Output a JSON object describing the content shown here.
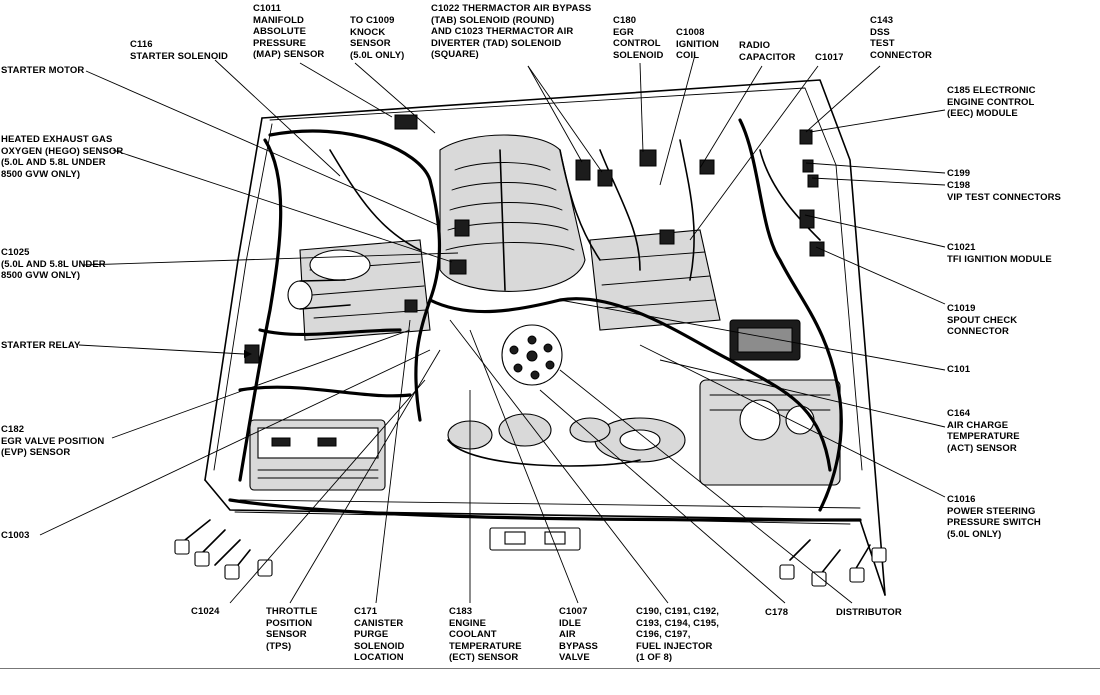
{
  "labels": {
    "c1011": "C1011\nMANIFOLD\nABSOLUTE\nPRESSURE\n(MAP) SENSOR",
    "c1009": "TO C1009\nKNOCK\nSENSOR\n(5.0L ONLY)",
    "c1022": "C1022 THERMACTOR AIR BYPASS\n(TAB) SOLENOID (ROUND)\nAND C1023 THERMACTOR AIR\nDIVERTER (TAD) SOLENOID\n(SQUARE)",
    "c180": "C180\nEGR\nCONTROL\nSOLENOID",
    "c1008": "C1008\nIGNITION\nCOIL",
    "radio_capacitor": "RADIO\nCAPACITOR",
    "c1017": "C1017",
    "c143": "C143\nDSS\nTEST\nCONNECTOR",
    "c116": "C116\nSTARTER SOLENOID",
    "starter_motor": "STARTER MOTOR",
    "hego": "HEATED EXHAUST GAS\nOXYGEN (HEGO) SENSOR\n(5.0L AND 5.8L UNDER\n8500 GVW ONLY)",
    "c1025": "C1025\n(5.0L AND 5.8L UNDER\n8500 GVW ONLY)",
    "starter_relay": "STARTER RELAY",
    "c182": "C182\nEGR VALVE POSITION\n(EVP) SENSOR",
    "c1003": "C1003",
    "c185": "C185 ELECTRONIC\nENGINE CONTROL\n(EEC) MODULE",
    "c199": "C199",
    "c198": "C198\nVIP TEST CONNECTORS",
    "c1021": "C1021\nTFI IGNITION MODULE",
    "c1019": "C1019\nSPOUT CHECK\nCONNECTOR",
    "c101": "C101",
    "c164": "C164\nAIR CHARGE\nTEMPERATURE\n(ACT) SENSOR",
    "c1016": "C1016\nPOWER STEERING\nPRESSURE SWITCH\n(5.0L ONLY)",
    "c1024": "C1024",
    "tps": "THROTTLE\nPOSITION\nSENSOR\n(TPS)",
    "c171": "C171\nCANISTER\nPURGE\nSOLENOID\nLOCATION",
    "c183": "C183\nENGINE\nCOOLANT\nTEMPERATURE\n(ECT) SENSOR",
    "c1007": "C1007\nIDLE\nAIR\nBYPASS\nVALVE",
    "c190": "C190, C191, C192,\nC193, C194, C195,\nC196, C197,\nFUEL INJECTOR\n(1 OF 8)",
    "c178": "C178",
    "distributor": "DISTRIBUTOR"
  }
}
